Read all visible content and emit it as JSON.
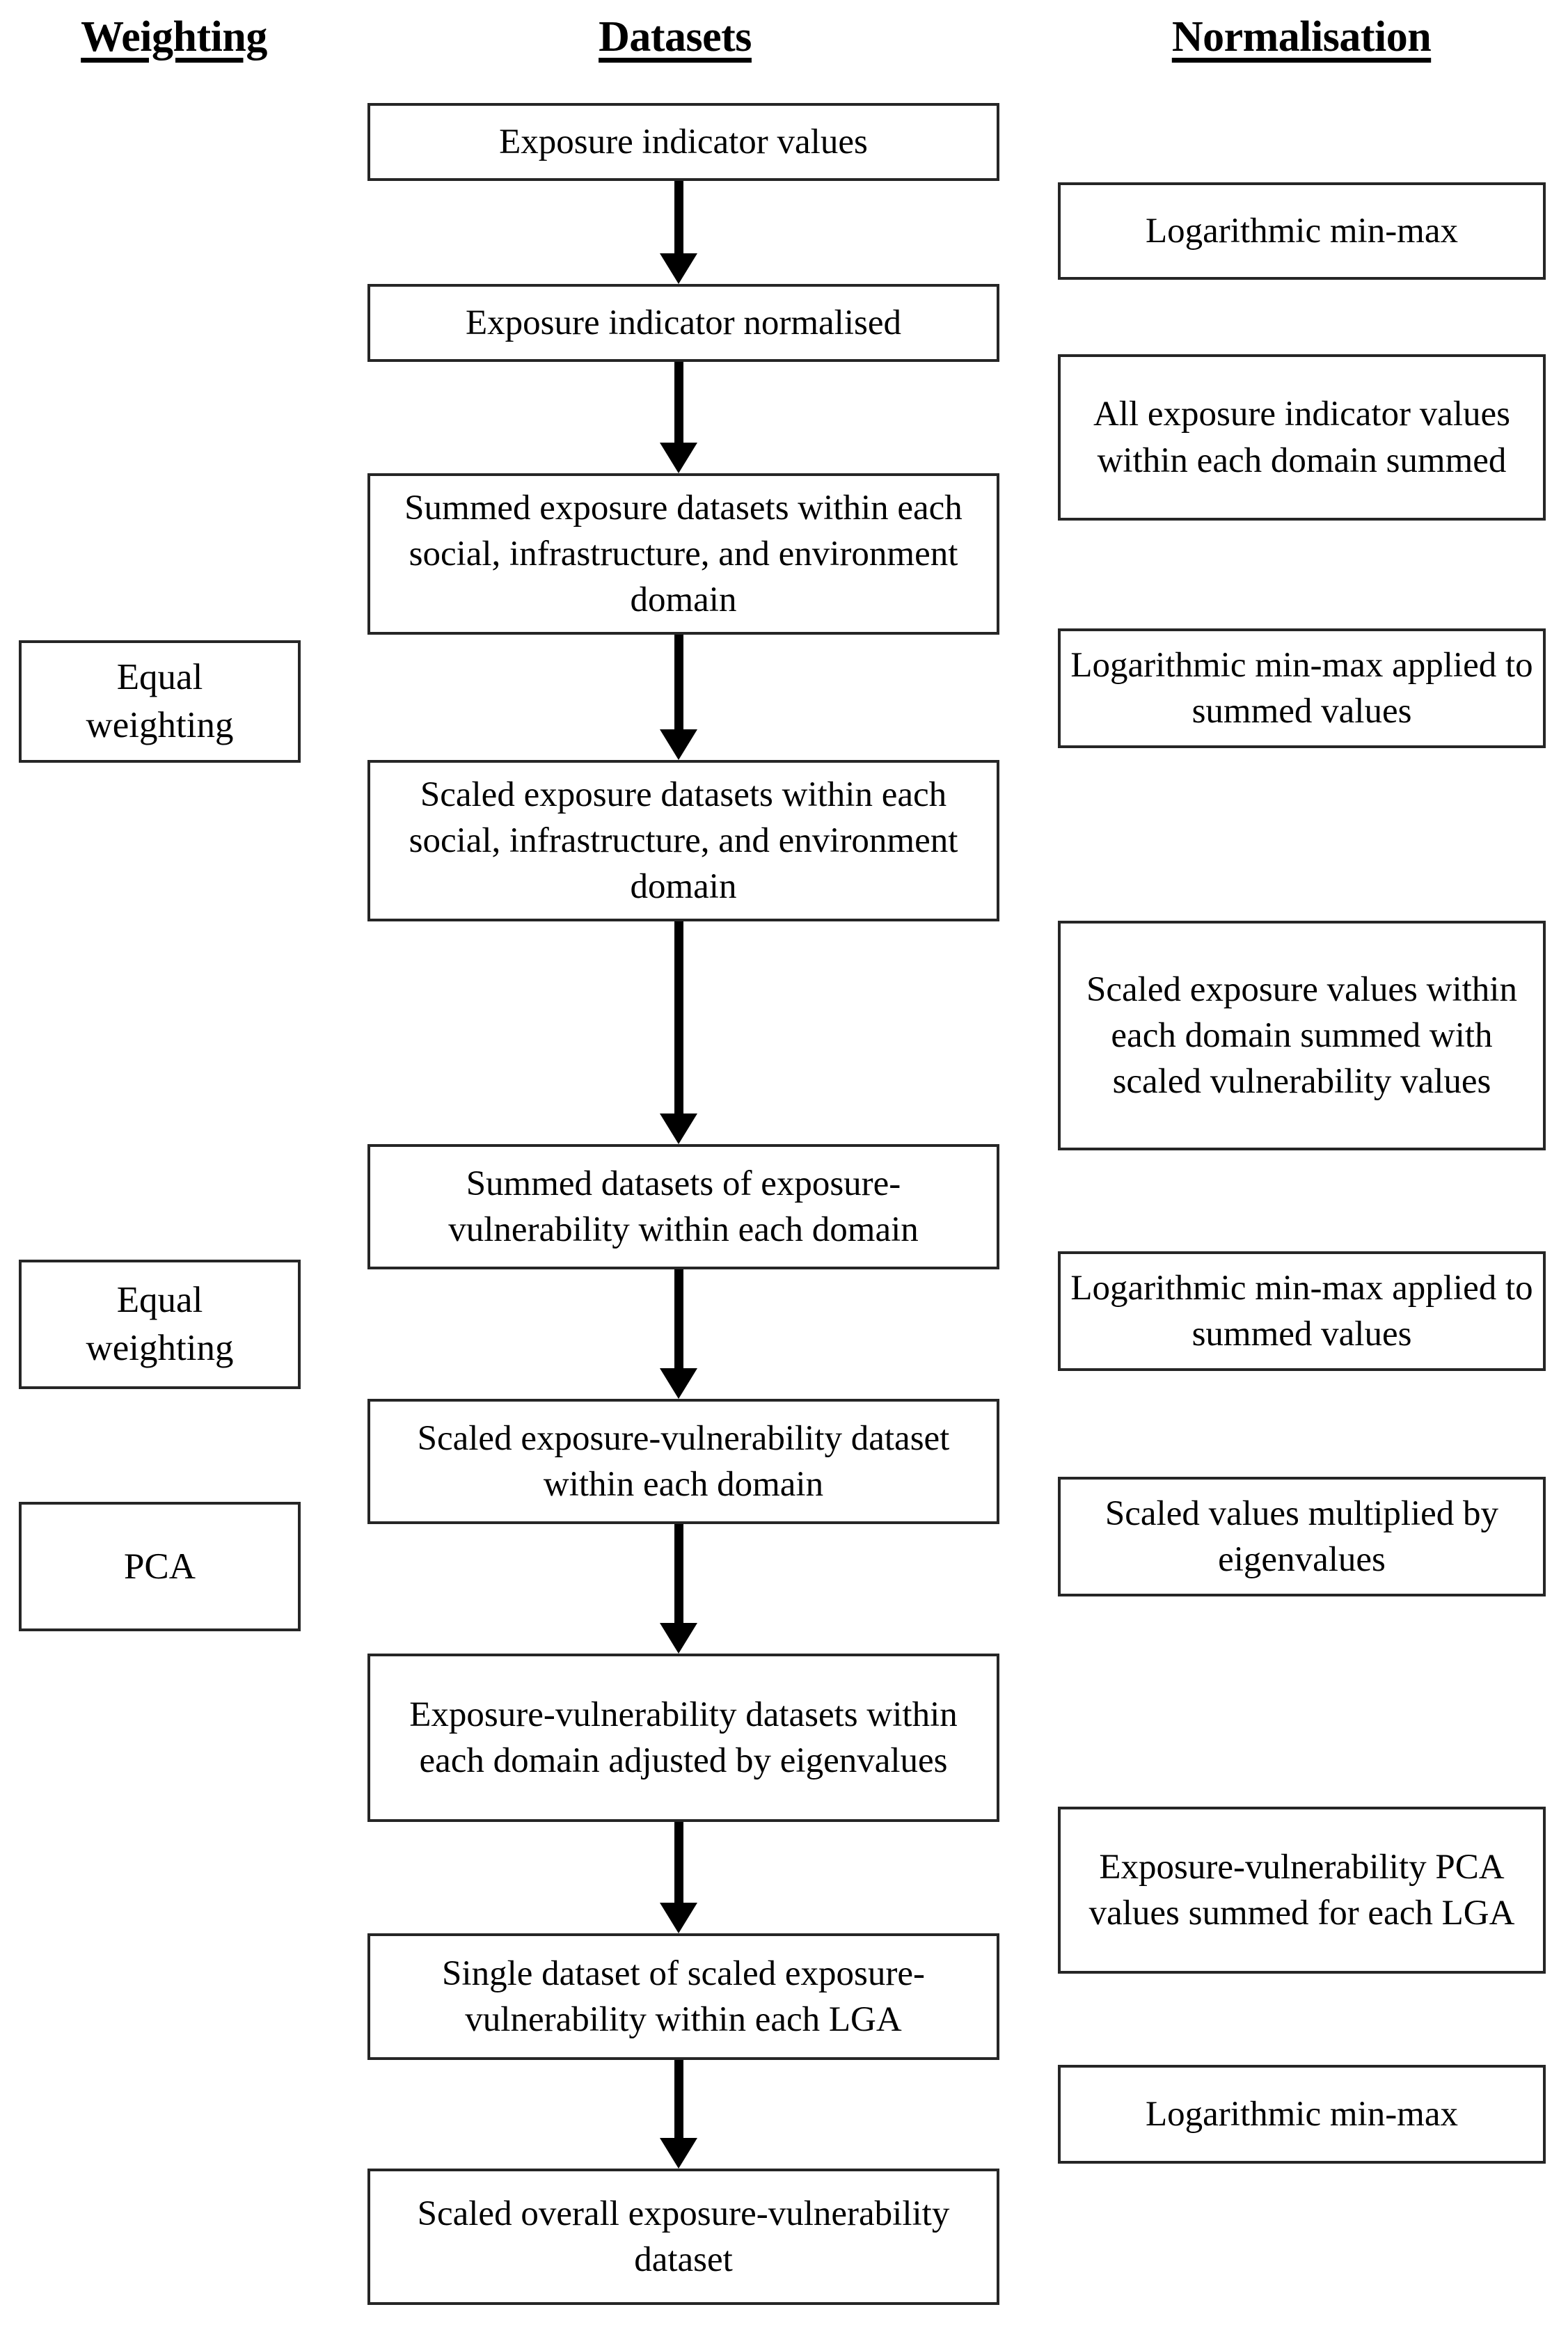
{
  "figure": {
    "type": "flowchart",
    "orientation": "vertical",
    "columns": 3
  },
  "headers": [
    {
      "id": "weighting",
      "label": "Weighting"
    },
    {
      "id": "datasets",
      "label": "Datasets"
    },
    {
      "id": "normalisation",
      "label": "Normalisation"
    }
  ],
  "weighting": {
    "boxes": [
      {
        "id": "equal-weighting-1",
        "label": "Equal\nweighting"
      },
      {
        "id": "equal-weighting-2",
        "label": "Equal\nweighting"
      },
      {
        "id": "pca",
        "label": "PCA"
      }
    ]
  },
  "datasets": {
    "boxes": [
      {
        "id": "exposure-indicator-values",
        "label": "Exposure indicator values"
      },
      {
        "id": "exposure-indicator-normalised",
        "label": "Exposure indicator normalised"
      },
      {
        "id": "summed-exposure-datasets",
        "label": "Summed exposure datasets within each social, infrastructure, and environment domain"
      },
      {
        "id": "scaled-exposure-datasets",
        "label": "Scaled exposure datasets within each social, infrastructure, and environment domain"
      },
      {
        "id": "summed-exposure-vulnerability",
        "label": "Summed datasets of exposure-vulnerability within each domain"
      },
      {
        "id": "scaled-exposure-vulnerability-domain",
        "label": "Scaled exposure-vulnerability dataset within each domain"
      },
      {
        "id": "exposure-vulnerability-eigenvalues",
        "label": "Exposure-vulnerability datasets within each domain adjusted by eigenvalues"
      },
      {
        "id": "single-dataset-lga",
        "label": "Single dataset of scaled exposure-vulnerability within each LGA"
      },
      {
        "id": "scaled-overall-dataset",
        "label": "Scaled overall exposure-vulnerability dataset"
      }
    ],
    "arrows": [
      {
        "id": "arrow-1",
        "from": "exposure-indicator-values",
        "to": "exposure-indicator-normalised"
      },
      {
        "id": "arrow-2",
        "from": "exposure-indicator-normalised",
        "to": "summed-exposure-datasets"
      },
      {
        "id": "arrow-3",
        "from": "summed-exposure-datasets",
        "to": "scaled-exposure-datasets"
      },
      {
        "id": "arrow-4",
        "from": "scaled-exposure-datasets",
        "to": "summed-exposure-vulnerability"
      },
      {
        "id": "arrow-5",
        "from": "summed-exposure-vulnerability",
        "to": "scaled-exposure-vulnerability-domain"
      },
      {
        "id": "arrow-6",
        "from": "scaled-exposure-vulnerability-domain",
        "to": "exposure-vulnerability-eigenvalues"
      },
      {
        "id": "arrow-7",
        "from": "exposure-vulnerability-eigenvalues",
        "to": "single-dataset-lga"
      },
      {
        "id": "arrow-8",
        "from": "single-dataset-lga",
        "to": "scaled-overall-dataset"
      }
    ]
  },
  "normalisation": {
    "boxes": [
      {
        "id": "norm-log-minmax-1",
        "label": "Logarithmic min-max"
      },
      {
        "id": "norm-all-exposure-summed",
        "label": "All exposure indicator values within each domain summed"
      },
      {
        "id": "norm-log-minmax-summed-1",
        "label": "Logarithmic min-max applied to summed values"
      },
      {
        "id": "norm-scaled-with-vuln",
        "label": "Scaled exposure values within each domain summed with scaled vulnerability values"
      },
      {
        "id": "norm-log-minmax-summed-2",
        "label": "Logarithmic min-max applied to summed values"
      },
      {
        "id": "norm-scaled-by-eigen",
        "label": "Scaled values multiplied by eigenvalues"
      },
      {
        "id": "norm-pca-summed-lga",
        "label": "Exposure-vulnerability PCA values summed for each LGA"
      },
      {
        "id": "norm-log-minmax-2",
        "label": "Logarithmic min-max"
      }
    ]
  },
  "colors": {
    "box_border": "#262626",
    "box_fill": "#ffffff",
    "text": "#000000",
    "arrow": "#000000",
    "page_background": "#ffffff"
  }
}
